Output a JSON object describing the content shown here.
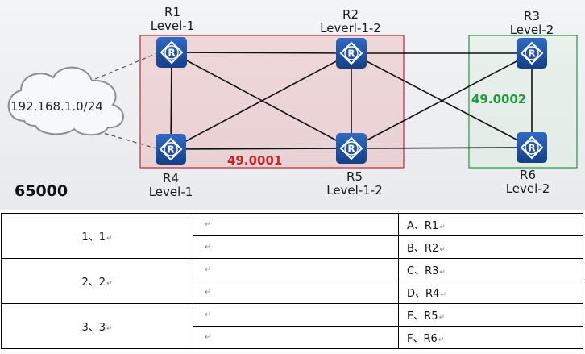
{
  "diagram": {
    "as_number": "65000",
    "network": "192.168.1.0/24",
    "areas": [
      {
        "id": "49.0001",
        "color": "#c0282d"
      },
      {
        "id": "49.0002",
        "color": "#1e9a3c"
      }
    ],
    "routers": [
      {
        "name": "R1",
        "level": "Level-1"
      },
      {
        "name": "R2",
        "level": "Leverl-1-2"
      },
      {
        "name": "R3",
        "level": "Level-2"
      },
      {
        "name": "R4",
        "level": "Level-1"
      },
      {
        "name": "R5",
        "level": "Level-1-2"
      },
      {
        "name": "R6",
        "level": "Level-2"
      }
    ],
    "router_icon_color": "#1d4e9e"
  },
  "table": {
    "mark": "↵",
    "rows": [
      {
        "question": "1、1",
        "options": [
          "A、R1",
          "B、R2"
        ]
      },
      {
        "question": "2、2",
        "options": [
          "C、R3",
          "D、R4"
        ]
      },
      {
        "question": "3、3",
        "options": [
          "E、R5",
          "F、R6"
        ]
      }
    ]
  }
}
